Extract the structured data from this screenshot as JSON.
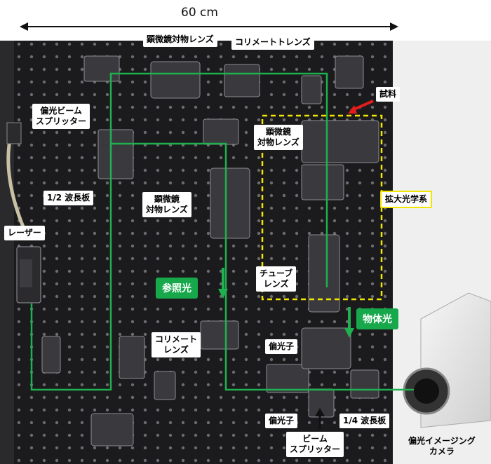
{
  "scale": {
    "text": "60 cm"
  },
  "labels": {
    "microscope_objective_top": "顕微鏡対物レンズ",
    "collimator_lens_top": "コリメートトレンズ",
    "sample": "試料",
    "pbs": [
      "偏光ビーム",
      "スプリッター"
    ],
    "microscope_objective_right": [
      "顕微鏡",
      "対物レンズ"
    ],
    "half_wave": "1/2 波長板",
    "microscope_objective_center": [
      "顕微鏡",
      "対物レンズ"
    ],
    "magnifying_optics": "拡大光学系",
    "laser": "レーザー",
    "reference_light": "参照光",
    "tube_lens": [
      "チューブ",
      "レンズ"
    ],
    "object_light": "物体光",
    "collimator_lens_center": [
      "コリメート",
      "レンズ"
    ],
    "polarizer_right": "偏光子",
    "polarizer_bottom": "偏光子",
    "quarter_wave": "1/4 波長板",
    "beam_splitter": [
      "ビーム",
      "スプリッター"
    ],
    "camera": [
      "偏光イメージング",
      "カメラ"
    ]
  },
  "colors": {
    "beam": "#1fb04f",
    "yellow_box": "#f2e600",
    "arrow_red": "#e01e1e",
    "label_green": "#17a84b",
    "board": "#1b1b1d"
  }
}
